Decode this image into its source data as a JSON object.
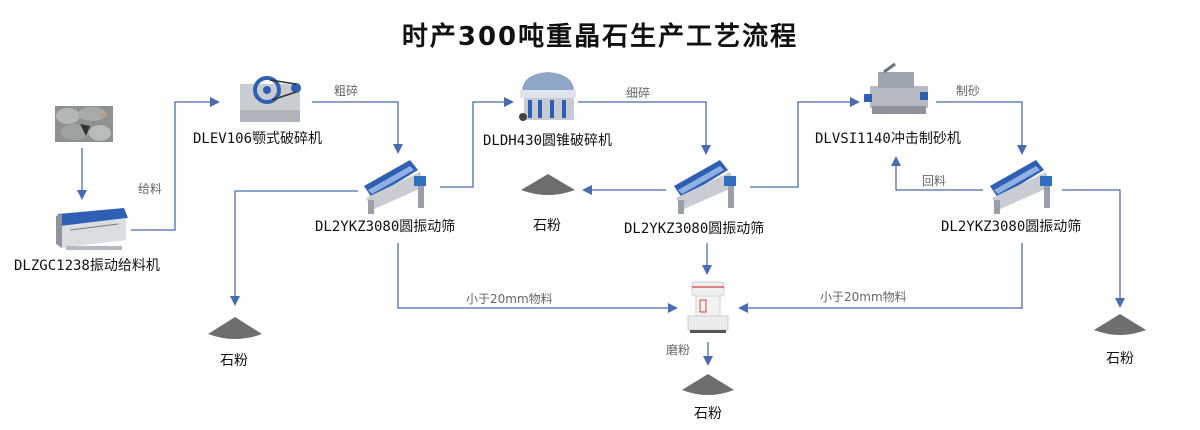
{
  "title": "时产300吨重晶石生产工艺流程",
  "colors": {
    "line": "#4a6bb0",
    "machine_blue": "#2f5fb3",
    "powder": "#6e6e6e",
    "text": "#111111",
    "flow_text": "#666666"
  },
  "equipment": {
    "feeder": "DLZGC1238振动给料机",
    "jaw_crusher": "DLEV106颚式破碎机",
    "screen_1": "DL2YKZ3080圆振动筛",
    "cone_crusher": "DLDH430圆锥破碎机",
    "screen_2": "DL2YKZ3080圆振动筛",
    "sand_maker": "DLVSI1140冲击制砂机",
    "screen_3": "DL2YKZ3080圆振动筛"
  },
  "flows": {
    "feed": "给料",
    "coarse": "粗碎",
    "fine": "细碎",
    "sand": "制砂",
    "return": "回料",
    "under20_left": "小于20mm物料",
    "under20_right": "小于20mm物料",
    "grind": "磨粉"
  },
  "outputs": {
    "powder_1": "石粉",
    "powder_2": "石粉",
    "powder_3": "石粉",
    "powder_4": "石粉"
  }
}
